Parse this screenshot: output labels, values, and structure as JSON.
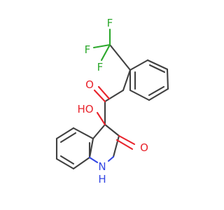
{
  "colors": {
    "carbon": "#404040",
    "oxygen": "#e8242c",
    "nitrogen": "#3346e3",
    "fluorine": "#2ca82c",
    "background": "#ffffff"
  },
  "atoms": {
    "ho": "HO",
    "o_ketone": "O",
    "o_amide": "O",
    "nh_n": "N",
    "nh_h": "H",
    "f_top": "F",
    "f_left": "F",
    "f_bottom": "F"
  }
}
